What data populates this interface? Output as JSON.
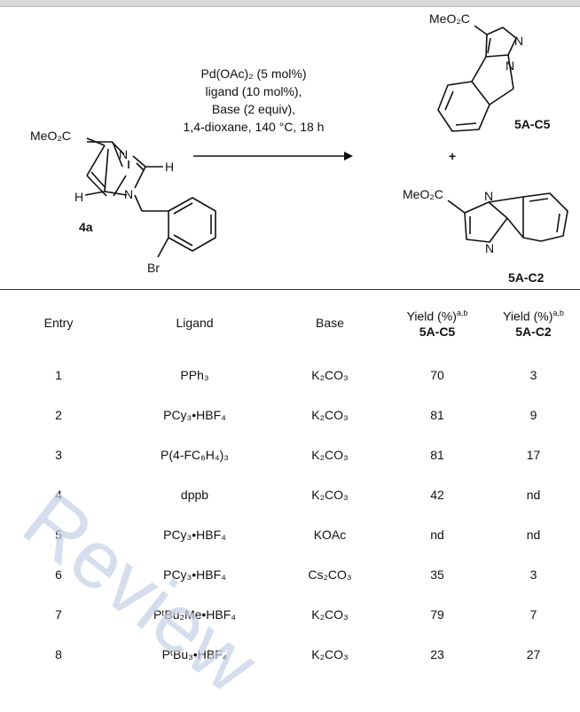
{
  "scheme": {
    "start_ester": "MeO₂C",
    "start_label": "4a",
    "start_H1": "H",
    "start_H2": "H",
    "start_N1": "N",
    "start_N2": "N",
    "start_Br": "Br",
    "conditions": [
      "Pd(OAc)₂ (5 mol%)",
      "ligand (10 mol%),",
      "Base (2 equiv),",
      "1,4-dioxane, 140 °C, 18 h"
    ],
    "product1_ester": "MeO₂C",
    "product1_label": "5A-C5",
    "product1_N1": "N",
    "product1_N2": "N",
    "plus": "+",
    "product2_ester": "MeO₂C",
    "product2_label": "5A-C2",
    "product2_N1": "N",
    "product2_N2": "N"
  },
  "table": {
    "headers": {
      "entry": "Entry",
      "ligand": "Ligand",
      "base": "Base",
      "yield1_text": "Yield (%)",
      "yield1_sup": "a,b",
      "yield1_bold": "5A-C5",
      "yield2_text": "Yield (%)",
      "yield2_sup": "a,b",
      "yield2_bold": "5A-C2"
    },
    "rows": [
      {
        "entry": "1",
        "ligand": "PPh₃",
        "base": "K₂CO₃",
        "y1": "70",
        "y2": "3"
      },
      {
        "entry": "2",
        "ligand": "PCy₃•HBF₄",
        "base": "K₂CO₃",
        "y1": "81",
        "y2": "9"
      },
      {
        "entry": "3",
        "ligand": "P(4-FC₆H₄)₃",
        "base": "K₂CO₃",
        "y1": "81",
        "y2": "17"
      },
      {
        "entry": "4",
        "ligand": "dppb",
        "base": "K₂CO₃",
        "y1": "42",
        "y2": "nd"
      },
      {
        "entry": "5",
        "ligand": "PCy₃•HBF₄",
        "base": "KOAc",
        "y1": "nd",
        "y2": "nd"
      },
      {
        "entry": "6",
        "ligand": "PCy₃•HBF₄",
        "base": "Cs₂CO₃",
        "y1": "35",
        "y2": "3"
      },
      {
        "entry": "7",
        "ligand": "PᵗBu₂Me•HBF₄",
        "base": "K₂CO₃",
        "y1": "79",
        "y2": "7"
      },
      {
        "entry": "8",
        "ligand": "PᵗBu₃•HBF₄",
        "base": "K₂CO₃",
        "y1": "23",
        "y2": "27"
      }
    ]
  },
  "watermark": "Review",
  "colors": {
    "watermark": "#c5cfe6",
    "text": "#111111",
    "topbar": "#d9d9d9"
  }
}
